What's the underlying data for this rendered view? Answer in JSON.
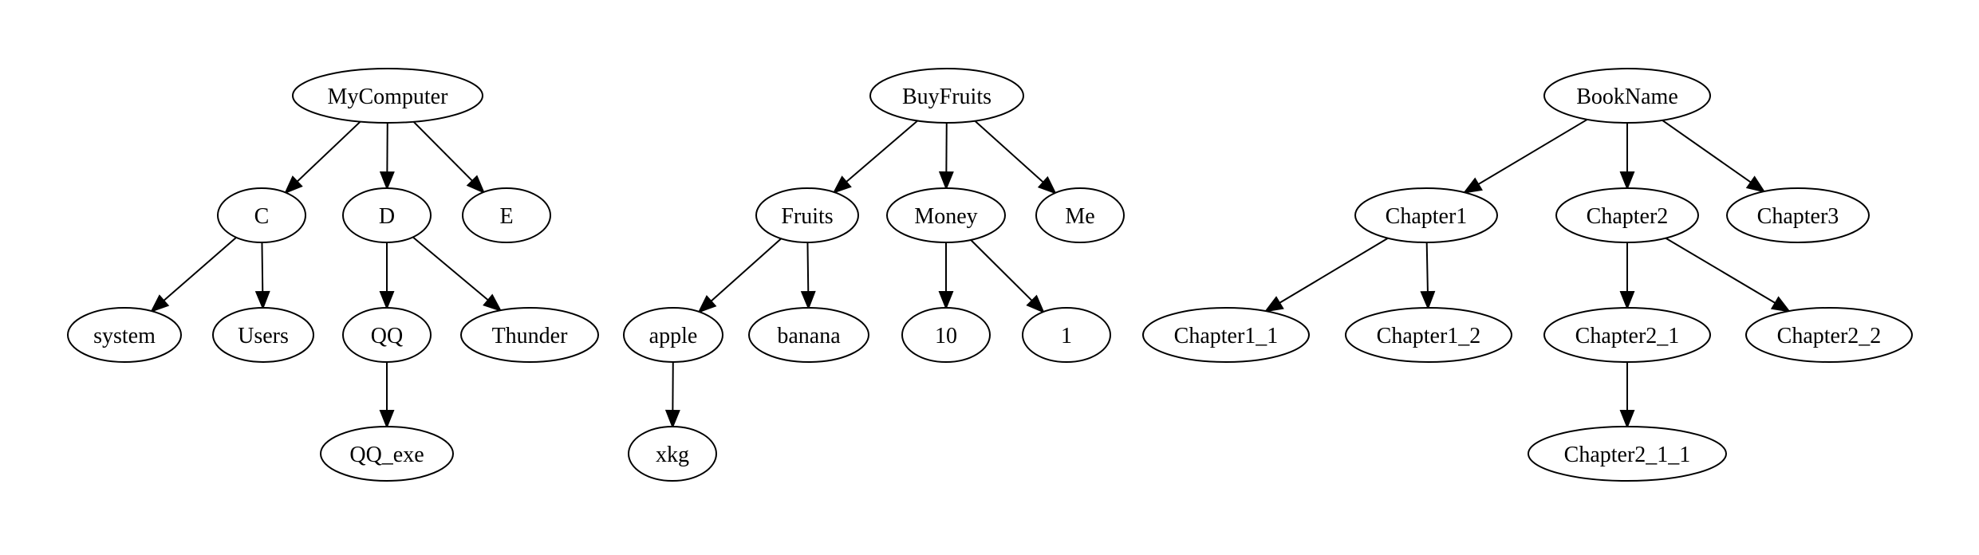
{
  "trees": [
    {
      "root": "MyComputer",
      "nodes": [
        "MyComputer",
        "C",
        "D",
        "E",
        "system",
        "Users",
        "QQ",
        "Thunder",
        "QQ_exe"
      ],
      "edges": [
        [
          "MyComputer",
          "C"
        ],
        [
          "MyComputer",
          "D"
        ],
        [
          "MyComputer",
          "E"
        ],
        [
          "C",
          "system"
        ],
        [
          "C",
          "Users"
        ],
        [
          "D",
          "QQ"
        ],
        [
          "D",
          "Thunder"
        ],
        [
          "QQ",
          "QQ_exe"
        ]
      ]
    },
    {
      "root": "BuyFruits",
      "nodes": [
        "BuyFruits",
        "Fruits",
        "Money",
        "Me",
        "apple",
        "banana",
        "10",
        "1",
        "xkg"
      ],
      "edges": [
        [
          "BuyFruits",
          "Fruits"
        ],
        [
          "BuyFruits",
          "Money"
        ],
        [
          "BuyFruits",
          "Me"
        ],
        [
          "Fruits",
          "apple"
        ],
        [
          "Fruits",
          "banana"
        ],
        [
          "Money",
          "10"
        ],
        [
          "Money",
          "1"
        ],
        [
          "apple",
          "xkg"
        ]
      ]
    },
    {
      "root": "BookName",
      "nodes": [
        "BookName",
        "Chapter1",
        "Chapter2",
        "Chapter3",
        "Chapter1_1",
        "Chapter1_2",
        "Chapter2_1",
        "Chapter2_2",
        "Chapter2_1_1"
      ],
      "edges": [
        [
          "BookName",
          "Chapter1"
        ],
        [
          "BookName",
          "Chapter2"
        ],
        [
          "BookName",
          "Chapter3"
        ],
        [
          "Chapter1",
          "Chapter1_1"
        ],
        [
          "Chapter1",
          "Chapter1_2"
        ],
        [
          "Chapter2",
          "Chapter2_1"
        ],
        [
          "Chapter2",
          "Chapter2_2"
        ],
        [
          "Chapter2_1",
          "Chapter2_1_1"
        ]
      ]
    }
  ]
}
